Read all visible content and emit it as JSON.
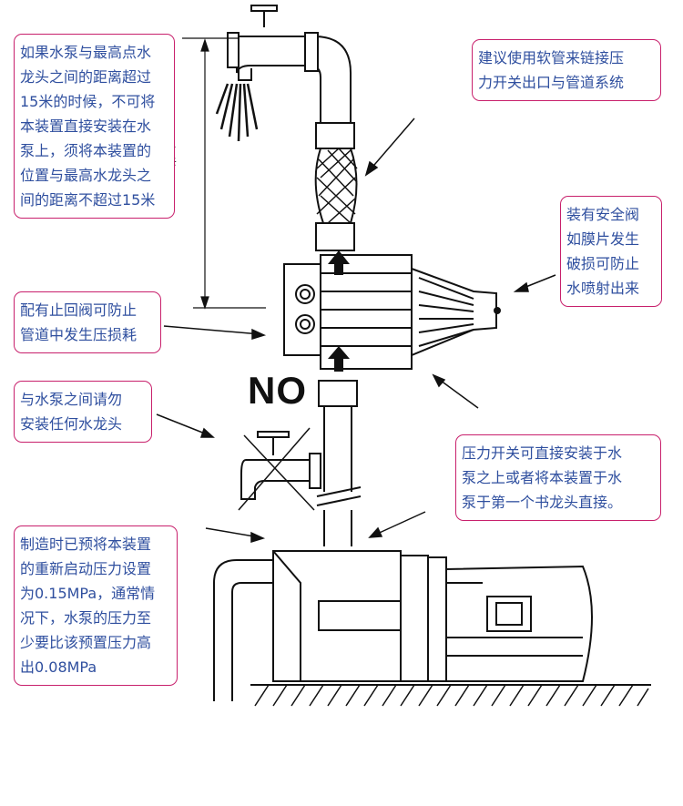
{
  "notes": {
    "height_limit": {
      "lines": [
        "如果水泵与最高点水",
        "龙头之间的距离超过",
        "15米的时候，不可将",
        "本装置直接安装在水",
        "泵上，须将本装置的",
        "位置与最高水龙头之",
        "间的距离不超过15米"
      ]
    },
    "soft_hose": {
      "lines": [
        "建议使用软管来链接压",
        "力开关出口与管道系统"
      ]
    },
    "safety_valve": {
      "lines": [
        "装有安全阀",
        "如膜片发生",
        "破损可防止",
        "水喷射出来"
      ]
    },
    "check_valve": {
      "lines": [
        "配有止回阀可防止",
        "管道中发生压损耗"
      ]
    },
    "no_tap": {
      "lines": [
        "与水泵之间请勿",
        "安装任何水龙头"
      ]
    },
    "direct_install": {
      "lines": [
        "压力开关可直接安装于水",
        "泵之上或者将本装置于水",
        "泵于第一个书龙头直接。"
      ]
    },
    "restart_pressure": {
      "lines": [
        "制造时已预将本装置",
        "的重新启动压力设置",
        "为0.15MPa，通常情",
        "况下，水泵的压力至",
        "少要比该预置压力高",
        "出0.08MPa"
      ]
    }
  },
  "no_label": "NO",
  "dimension_label": "15米",
  "colors": {
    "border": "#c8206c",
    "text": "#2f4f9f",
    "line": "#111111"
  }
}
